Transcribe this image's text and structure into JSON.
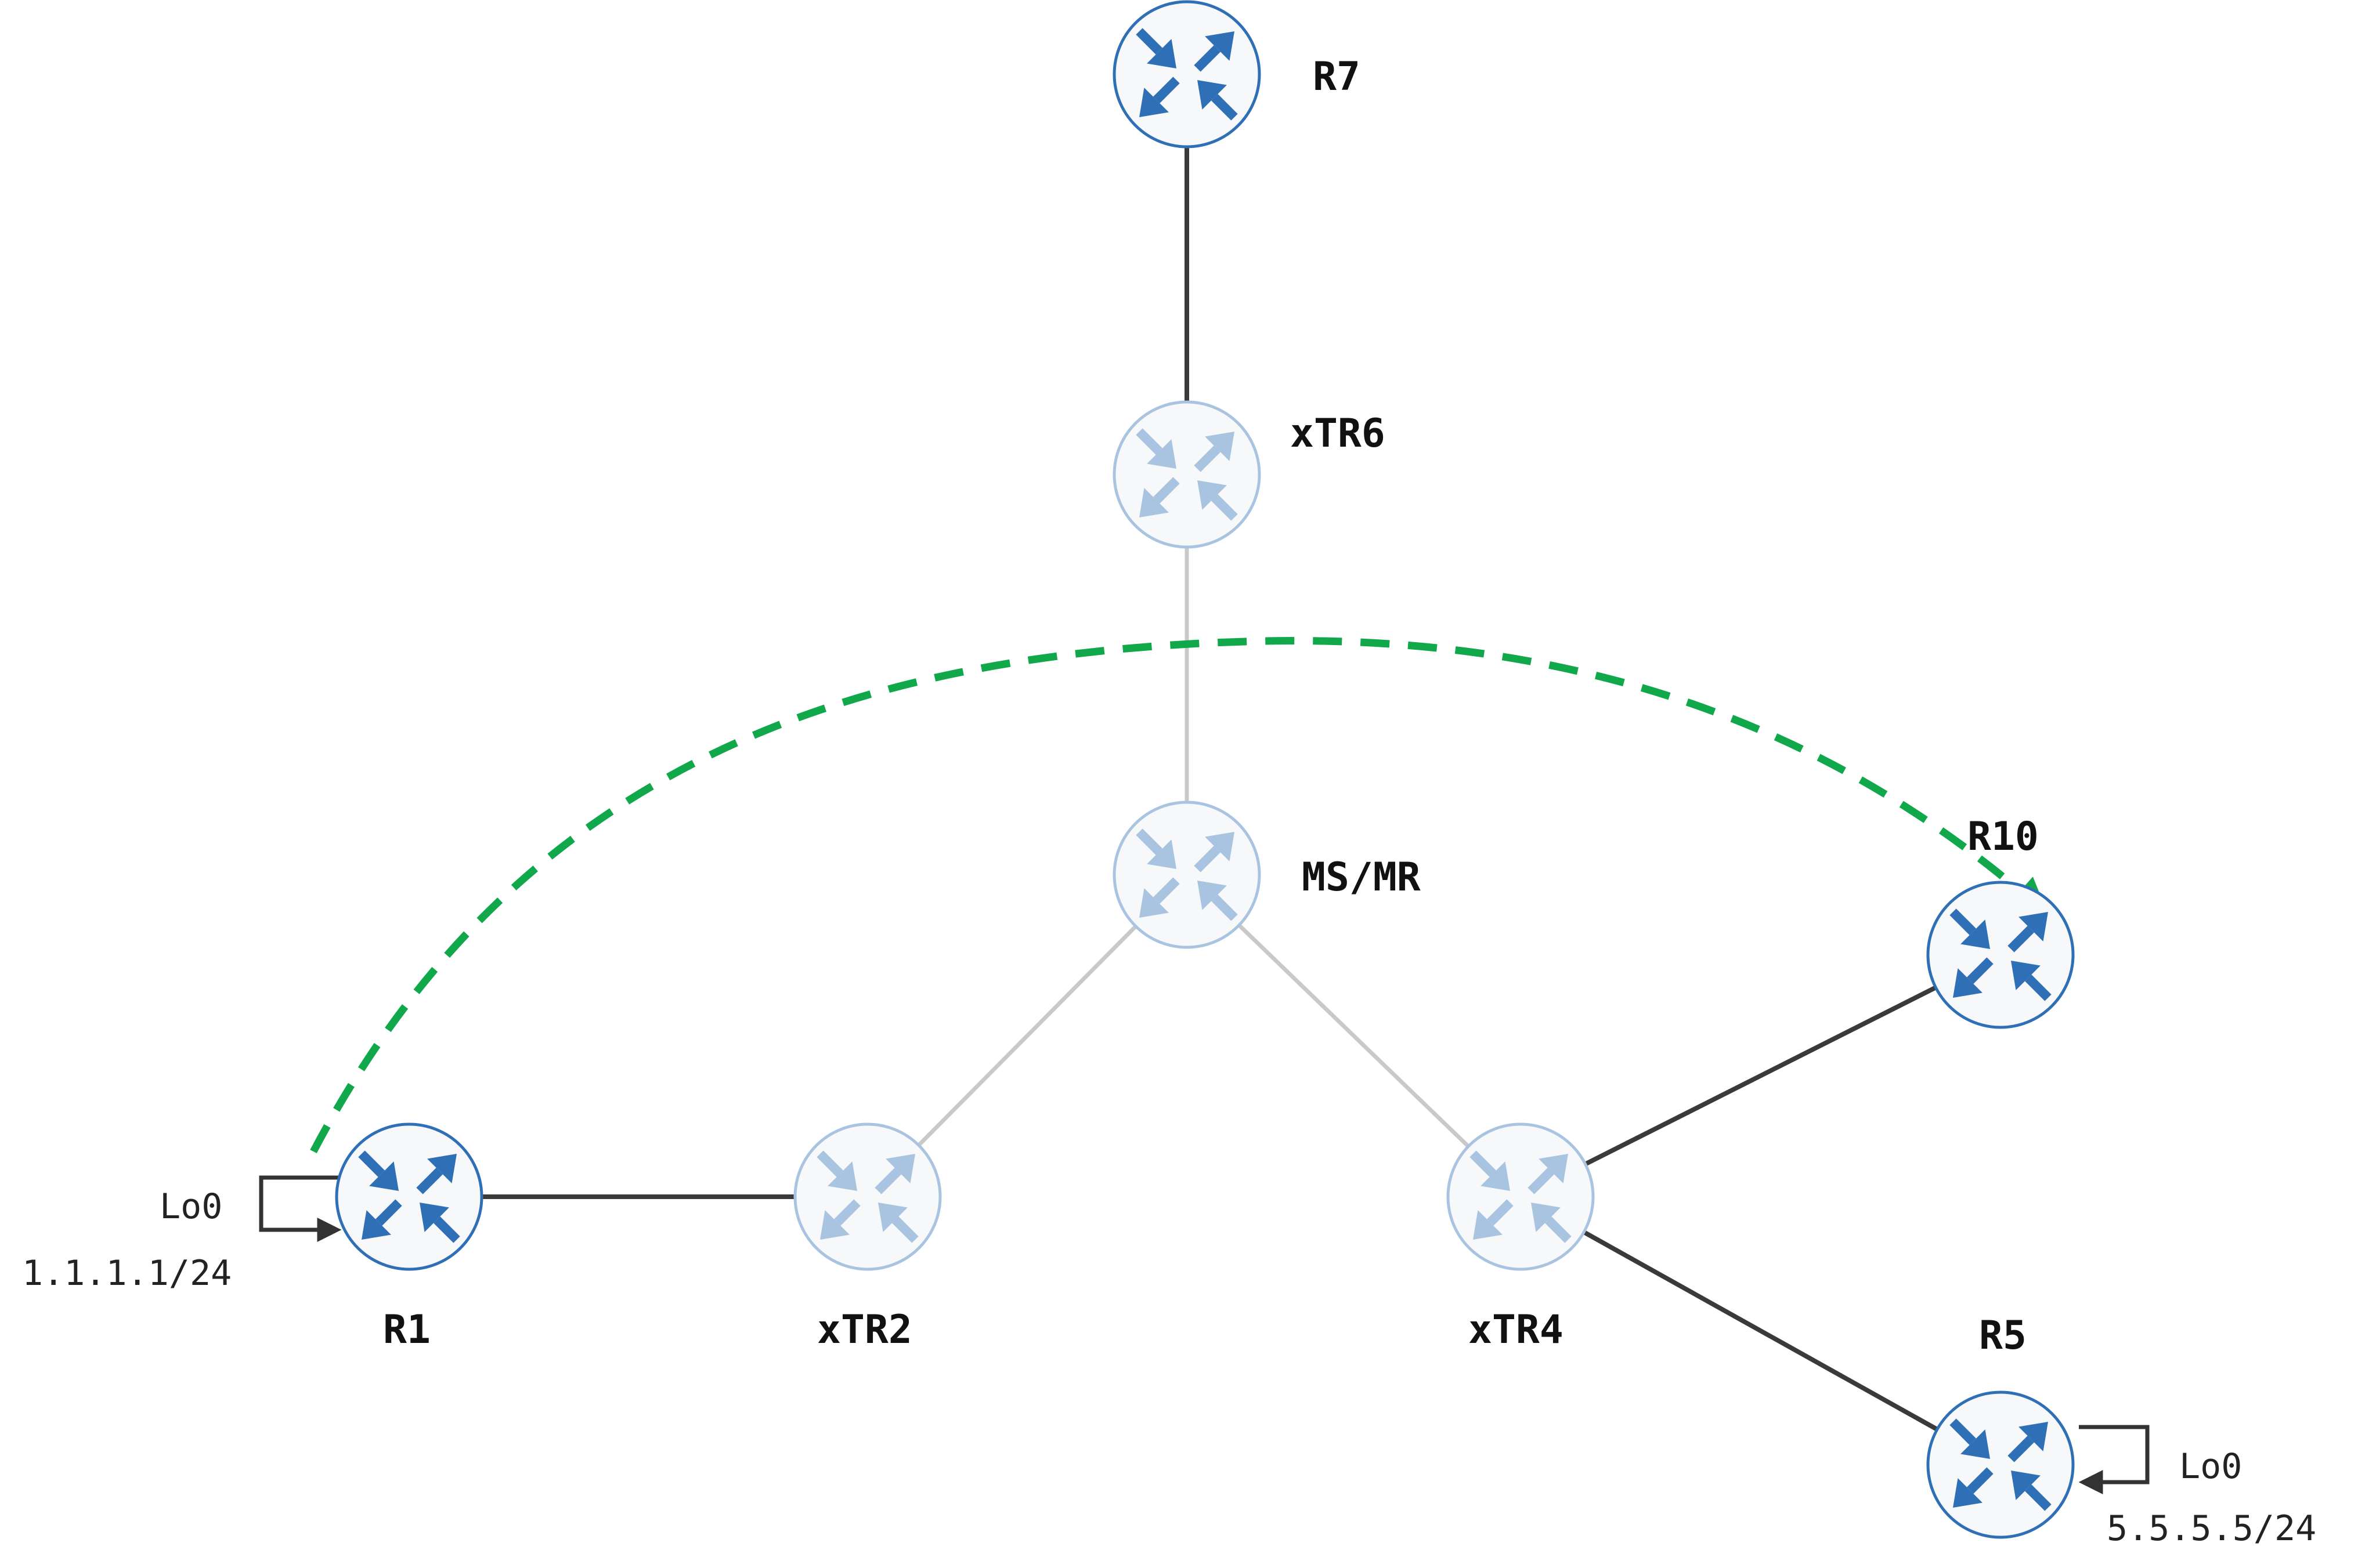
{
  "colors": {
    "router_active": "#2f6fb6",
    "router_faded": "#a9c4e0",
    "router_fill": "#f7f8fa",
    "link_active": "#3a3a3a",
    "link_faded": "#c9c9c9",
    "path": "#10a84a"
  },
  "nodes": {
    "r7": {
      "label": "R7",
      "icon": "router-icon",
      "active": true
    },
    "xtr6": {
      "label": "xTR6",
      "icon": "router-icon",
      "active": false
    },
    "msmr": {
      "label": "MS/MR",
      "icon": "router-icon",
      "active": false
    },
    "r10": {
      "label": "R10",
      "icon": "router-icon",
      "active": true
    },
    "r1": {
      "label": "R1",
      "icon": "router-icon",
      "active": true
    },
    "xtr2": {
      "label": "xTR2",
      "icon": "router-icon",
      "active": false
    },
    "xtr4": {
      "label": "xTR4",
      "icon": "router-icon",
      "active": false
    },
    "r5": {
      "label": "R5",
      "icon": "router-icon",
      "active": true
    }
  },
  "links": [
    {
      "from": "r7",
      "to": "xtr6",
      "active": true
    },
    {
      "from": "xtr6",
      "to": "msmr",
      "active": false
    },
    {
      "from": "msmr",
      "to": "xtr2",
      "active": false
    },
    {
      "from": "msmr",
      "to": "xtr4",
      "active": false
    },
    {
      "from": "r1",
      "to": "xtr2",
      "active": true
    },
    {
      "from": "xtr4",
      "to": "r10",
      "active": true
    },
    {
      "from": "xtr4",
      "to": "r5",
      "active": true
    }
  ],
  "loopbacks": {
    "r1": {
      "name": "Lo0",
      "address": "1.1.1.1/24"
    },
    "r5": {
      "name": "Lo0",
      "address": "5.5.5.5/24"
    }
  },
  "path": {
    "from": "r1",
    "to": "r10",
    "style": "dashed-arrow"
  }
}
